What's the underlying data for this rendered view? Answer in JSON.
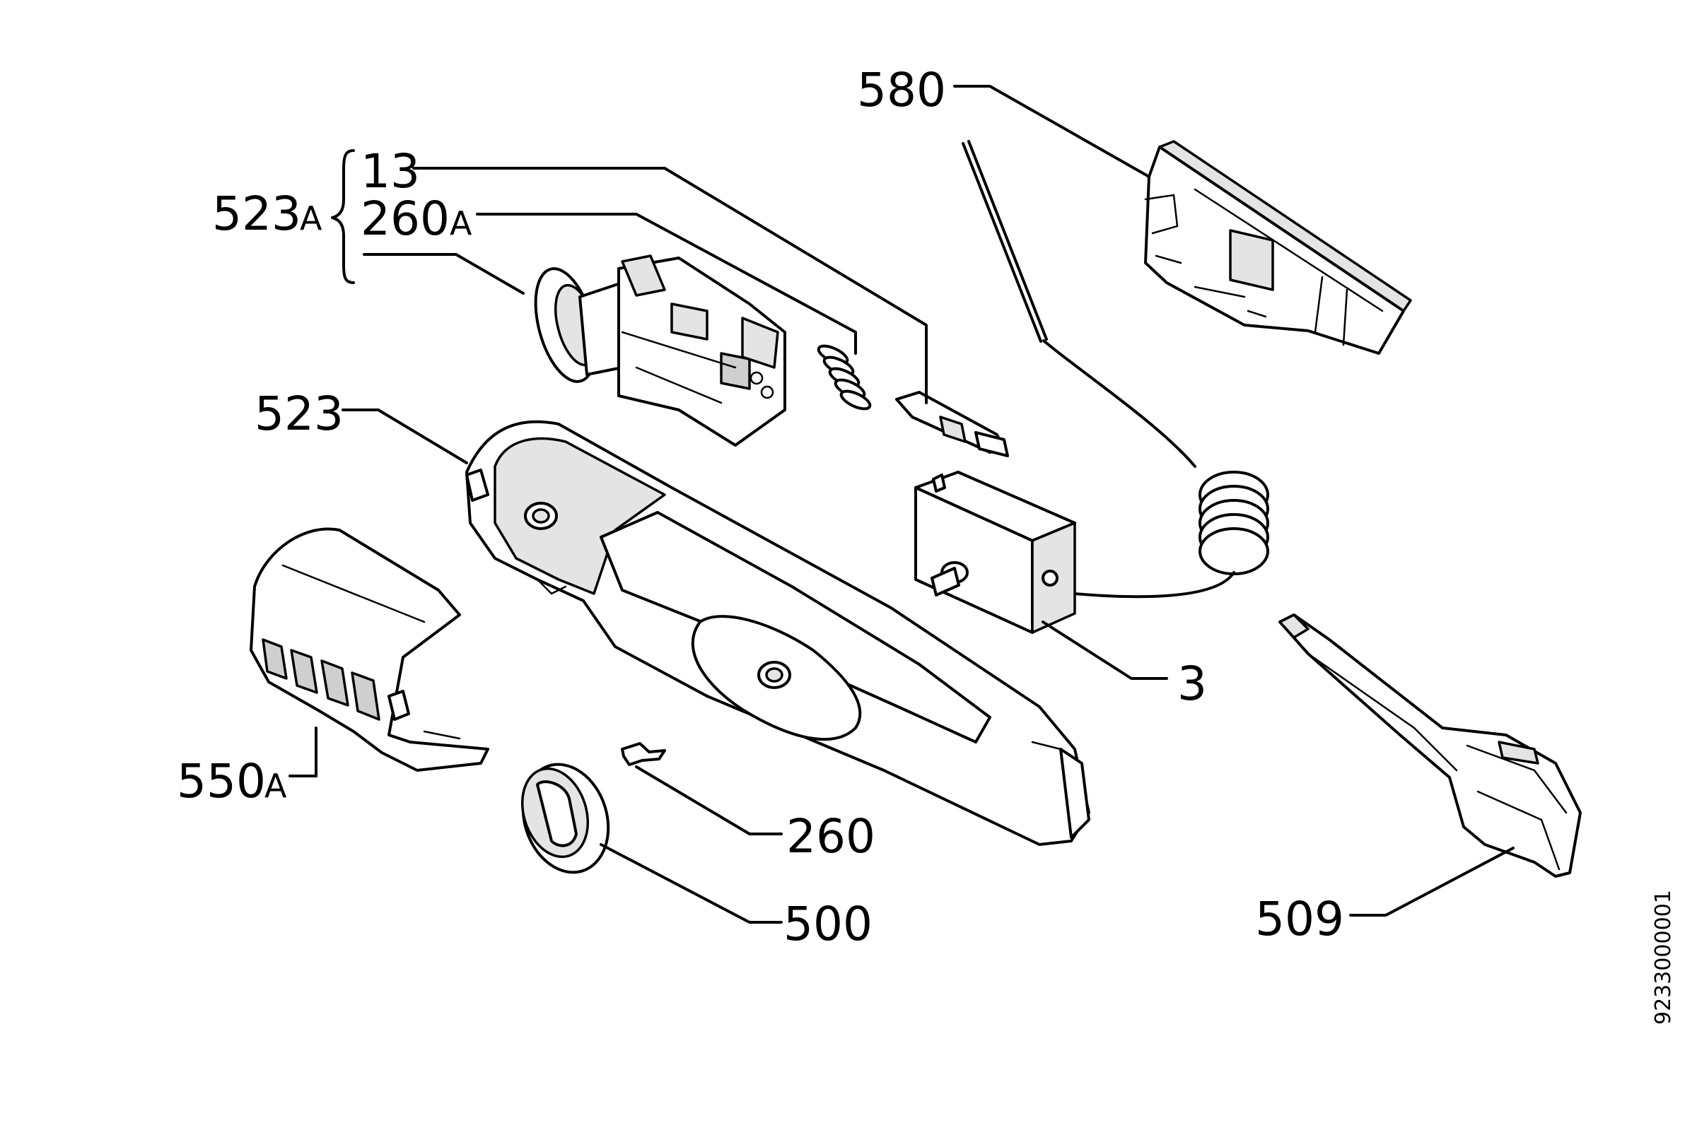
{
  "labels": {
    "l580": "580",
    "l13": "13",
    "l260a_num": "260",
    "l260a_suf": "A",
    "l523a_num": "523",
    "l523a_suf": "A",
    "l523": "523",
    "l3": "3",
    "l550a_num": "550",
    "l550a_suf": "A",
    "l260": "260",
    "l500": "500",
    "l509": "509"
  },
  "drawing_code": "9233000001"
}
